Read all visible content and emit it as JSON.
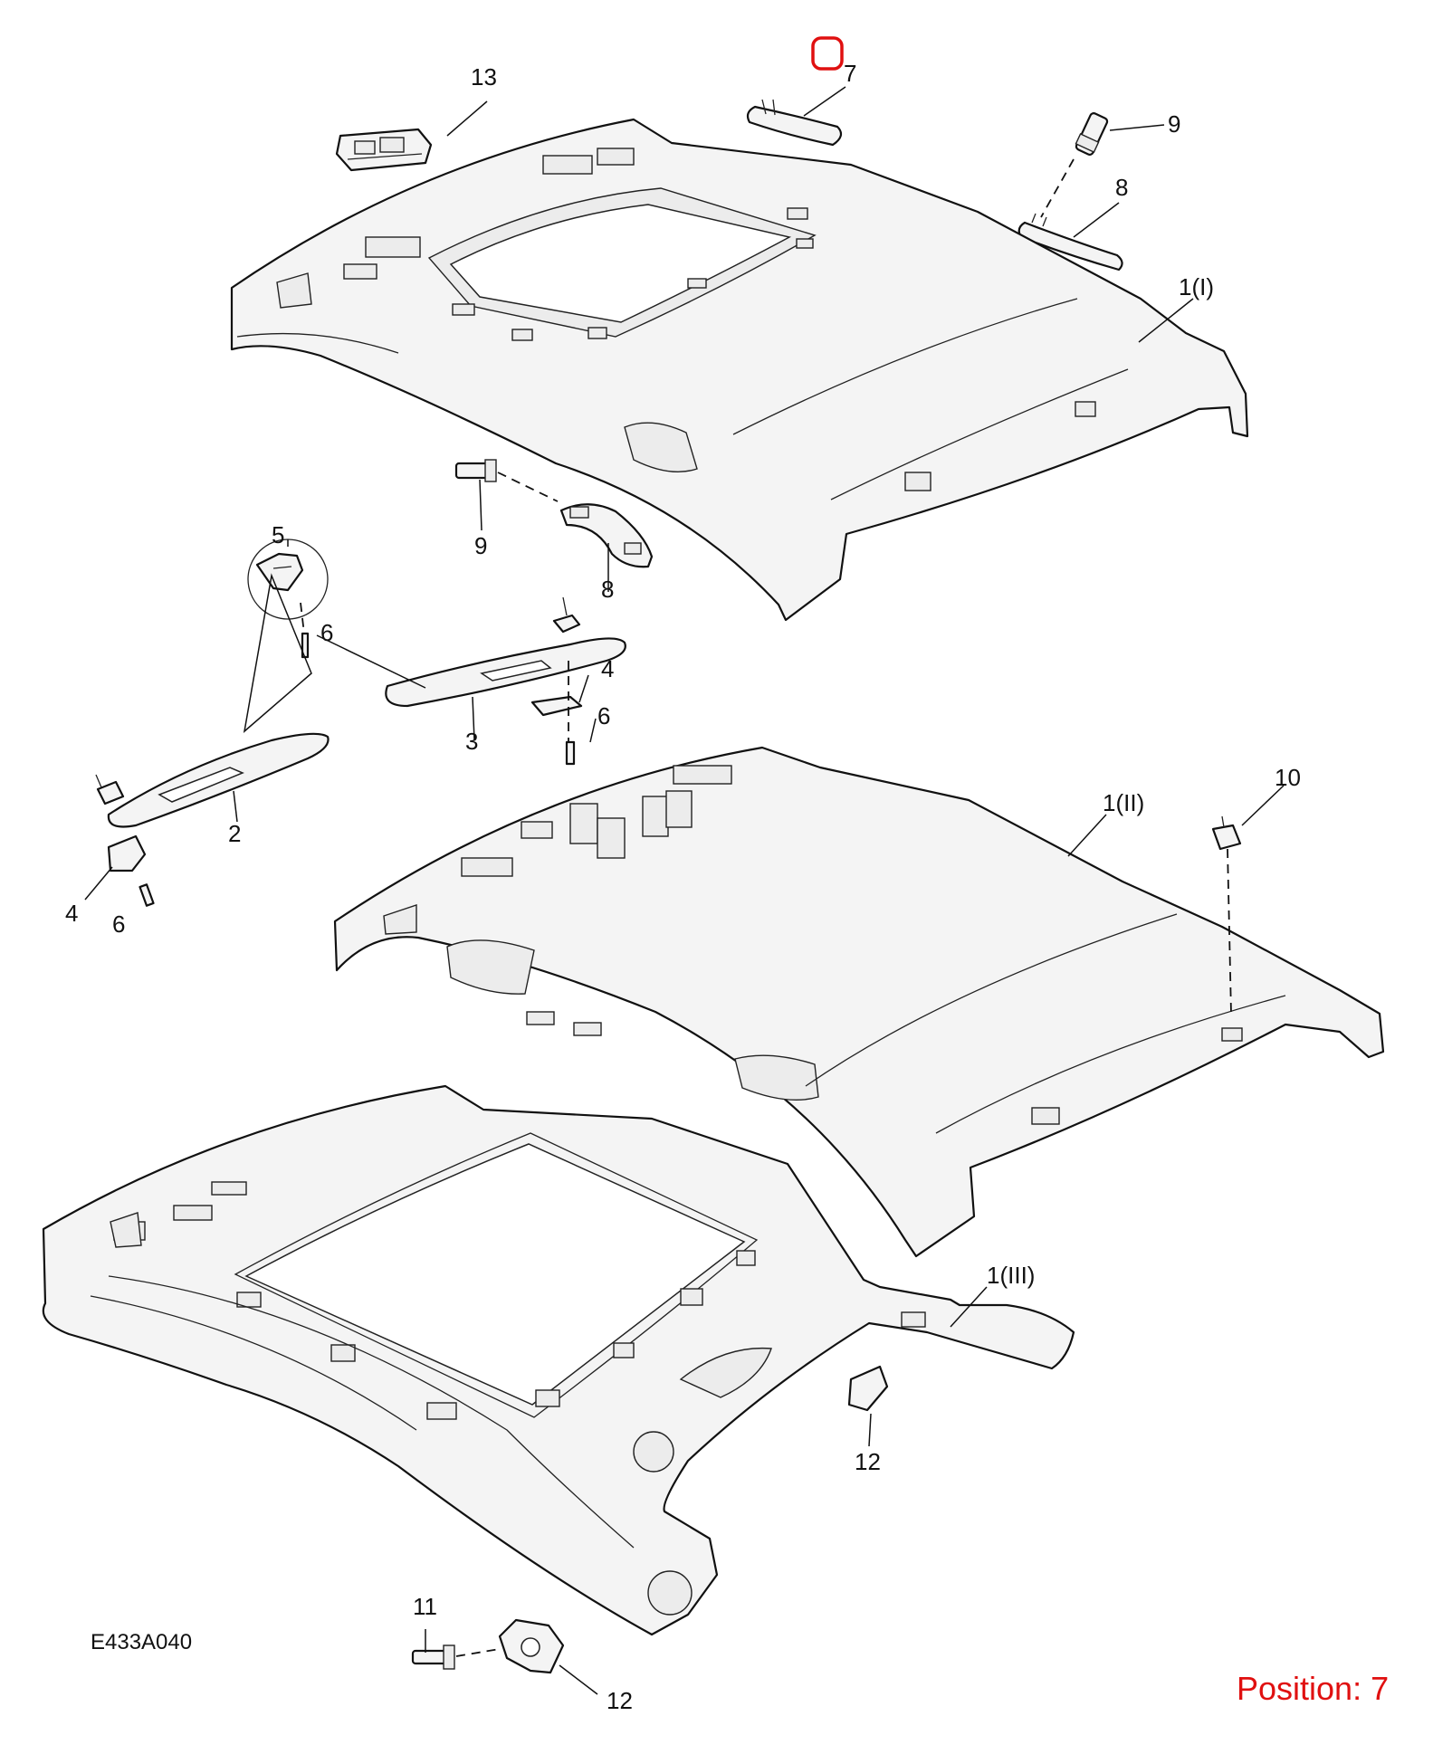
{
  "figure_id": "E433A040",
  "position_text": "Position: 7",
  "highlighted_callout": "7",
  "colors": {
    "highlight": "#e01010",
    "line": "#111111",
    "part_fill": "#f4f4f4"
  },
  "callouts": {
    "c13": "13",
    "c7": "7",
    "c9_top": "9",
    "c8_top": "8",
    "c1_i": "1(I)",
    "c9_mid": "9",
    "c8_mid": "8",
    "c5": "5",
    "c6_a": "6",
    "c4_a": "4",
    "c6_b": "6",
    "c3": "3",
    "c2": "2",
    "c4_b": "4",
    "c6_c": "6",
    "c1_ii": "1(II)",
    "c10": "10",
    "c1_iii": "1(III)",
    "c12_a": "12",
    "c11": "11",
    "c12_b": "12"
  }
}
